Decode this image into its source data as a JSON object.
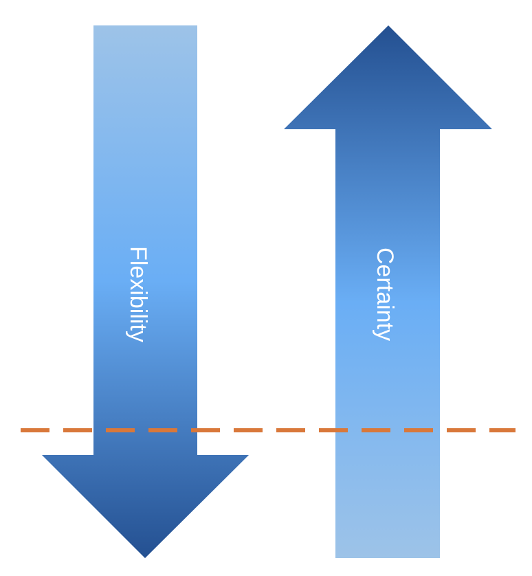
{
  "arrows": {
    "down": {
      "label": "Flexibility",
      "direction": "down",
      "color_light": "#9dc3e8",
      "color_mid": "#6aaef5",
      "color_dark": "#245091"
    },
    "up": {
      "label": "Certainty",
      "direction": "up",
      "color_light": "#9dc3e8",
      "color_mid": "#6aaef5",
      "color_dark": "#245091"
    }
  },
  "threshold_line": {
    "style": "dashed",
    "color": "#d9783a"
  }
}
